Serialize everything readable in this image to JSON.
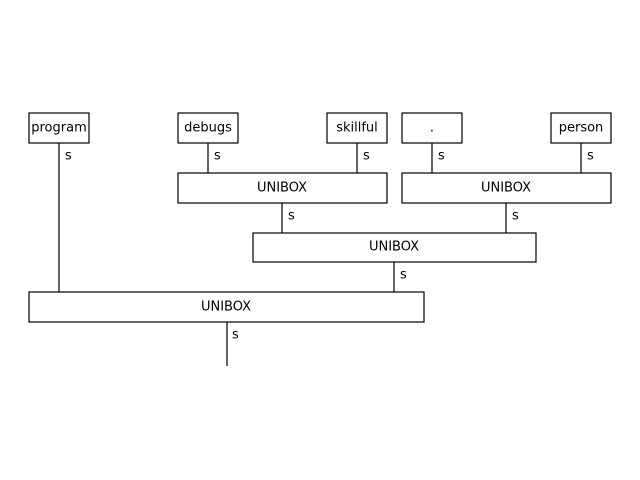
{
  "words": [
    {
      "id": "w-program",
      "label": "program",
      "output_type": "s"
    },
    {
      "id": "w-debugs",
      "label": "debugs",
      "output_type": "s"
    },
    {
      "id": "w-skillful",
      "label": "skillful",
      "output_type": "s"
    },
    {
      "id": "w-dot",
      "label": ".",
      "output_type": "s"
    },
    {
      "id": "w-person",
      "label": "person",
      "output_type": "s"
    }
  ],
  "boxes": [
    {
      "id": "unibox-debugs-skillful",
      "label": "UNIBOX",
      "output_type": "s"
    },
    {
      "id": "unibox-dot-person",
      "label": "UNIBOX",
      "output_type": "s"
    },
    {
      "id": "unibox-middle",
      "label": "UNIBOX",
      "output_type": "s"
    },
    {
      "id": "unibox-bottom",
      "label": "UNIBOX",
      "output_type": "s"
    }
  ]
}
